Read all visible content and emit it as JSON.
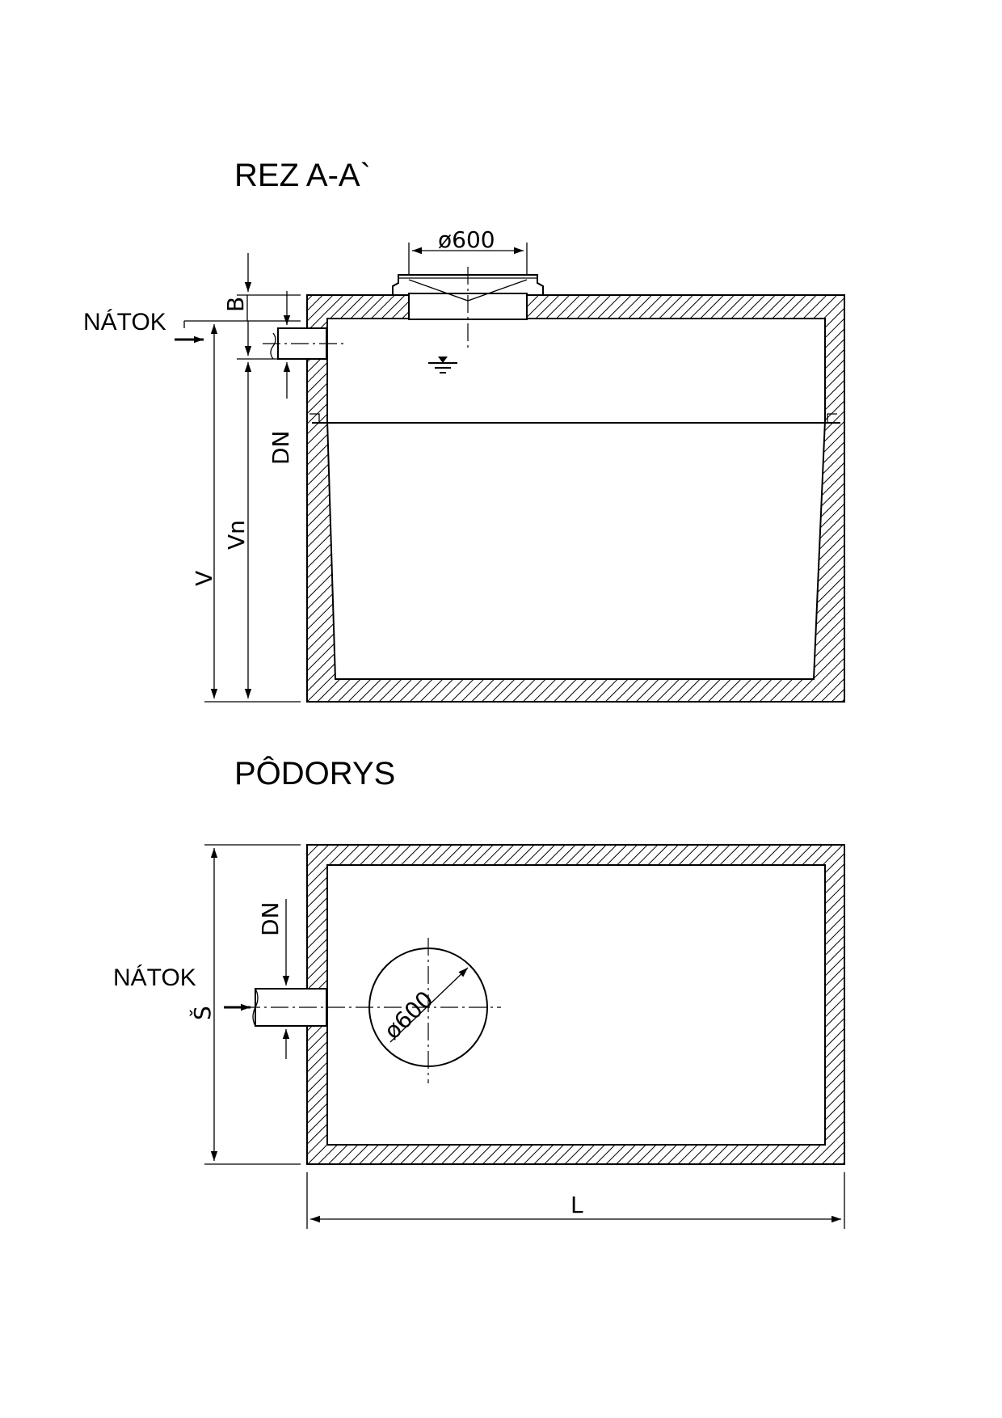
{
  "section_title": "REZ  A-A`",
  "plan_title": "PÔDORYS",
  "inlet_label": "NÁTOK",
  "manhole_diameter": "ø600",
  "dimensions": {
    "cover": "B",
    "pipe": "DN",
    "inlet_depth": "Vn",
    "height": "V",
    "width": "Š",
    "length": "L"
  }
}
